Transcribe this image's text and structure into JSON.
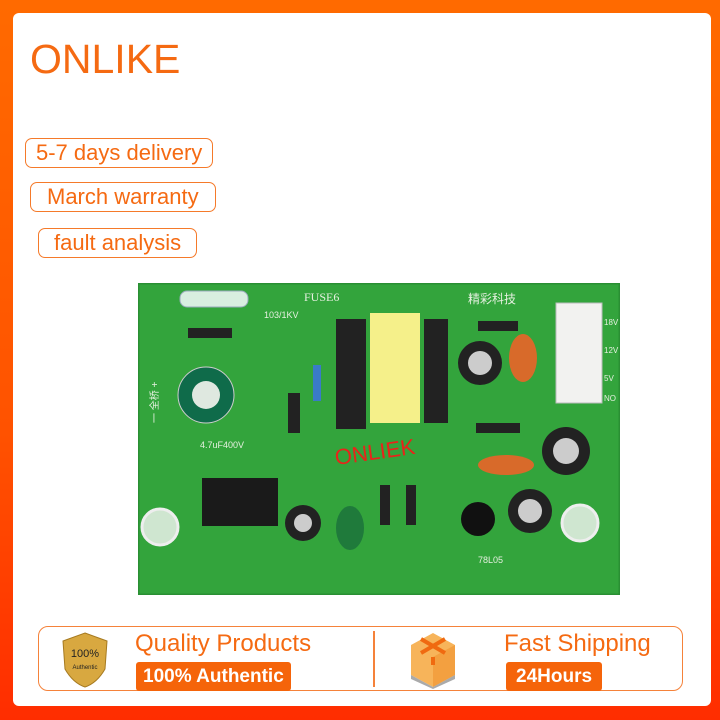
{
  "brand": "ONLIKE",
  "tags": [
    "5-7 days delivery",
    "March warranty",
    "fault analysis"
  ],
  "product": {
    "silkscreen": {
      "fuse": "FUSE6",
      "cap": "103/1KV",
      "maker": "精彩科技",
      "bulk_cap": "4.7uF400V",
      "regulator": "78L05",
      "bridge": "一 全桥 +",
      "outputs": [
        "18V",
        "12V",
        "5V",
        "NO"
      ]
    },
    "watermark": "ONLIEK"
  },
  "features": {
    "quality": {
      "title": "Quality Products",
      "badge": "100% Authentic",
      "seal_text": [
        "100%",
        "Authentic"
      ],
      "icon": "gold-shield-icon"
    },
    "shipping": {
      "title": "Fast Shipping",
      "badge": "24Hours",
      "icon": "package-box-icon"
    }
  },
  "colors": {
    "accent": "#f56a12",
    "frame_top": "#ff6a00",
    "frame_bottom": "#ff2d00",
    "pcb": "#2fa33a"
  }
}
